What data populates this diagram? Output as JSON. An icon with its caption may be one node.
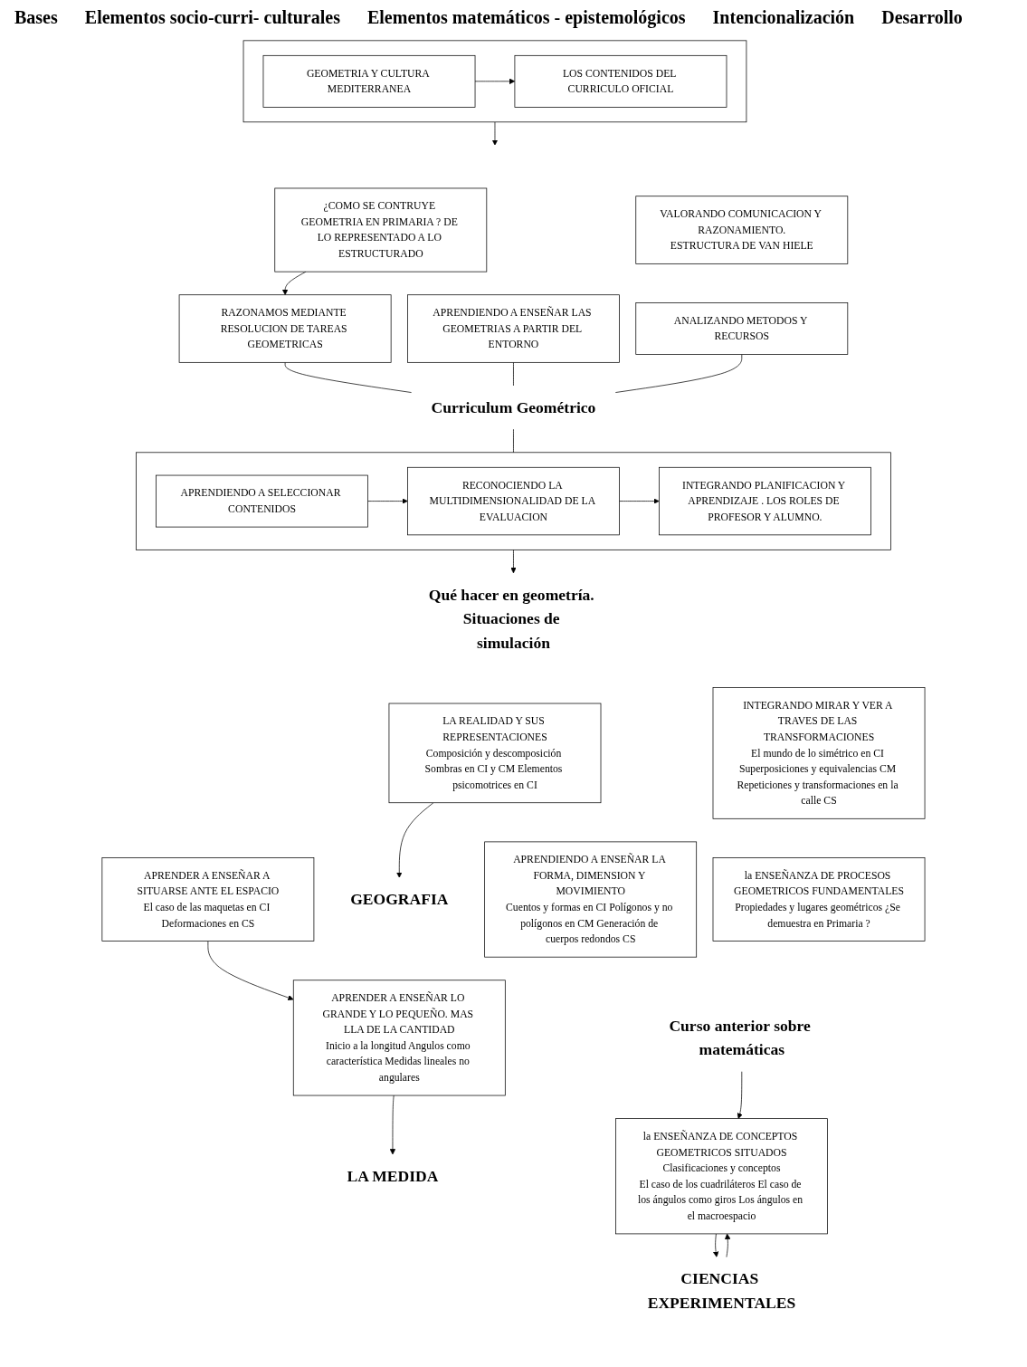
{
  "diagram": {
    "nodes": [
      {
        "text": [],
        "shape": "box"
      },
      {
        "text": [
          "GEOMETRIA Y CULTURA MEDITERRANEA"
        ],
        "in": 0
      },
      {
        "text": [
          "LOS CONTENIDOS DEL CURRICULO OFICIAL"
        ],
        "in": 0
      },
      {
        "text": [
          "¿COMO SE CONTRUYE GEOMETRIA EN PRIMARIA ? DE LO REPRESENTADO A LO ESTRUCTURADO"
        ]
      },
      {
        "text": [
          "VALORANDO COMUNICACION Y RAZONAMIENTO.",
          "ESTRUCTURA DE VAN HIELE"
        ]
      },
      {
        "text": [
          "APRENDIENDO A ENSEÑAR LAS GEOMETRIAS A PARTIR DEL ENTORNO"
        ]
      },
      {
        "text": [
          "RAZONAMOS MEDIANTE RESOLUCION DE TAREAS GEOMETRICAS"
        ]
      },
      {
        "text": [
          "ANALIZANDO METODOS Y RECURSOS"
        ]
      },
      {
        "text": [
          "Curriculum Geométrico"
        ]
      },
      {
        "text": [],
        "shape": "box"
      },
      {
        "text": [
          "APRENDIENDO A SELECCIONAR CONTENIDOS"
        ],
        "in": 9
      },
      {
        "text": [
          "RECONOCIENDO LA MULTIDIMENSIONALIDAD DE LA EVALUACION"
        ],
        "in": 9
      },
      {
        "text": [
          "INTEGRANDO PLANIFICACION Y APRENDIZAJE . LOS ROLES DE PROFESOR Y ALUMNO."
        ],
        "in": 9
      },
      {
        "text": [
          "Qué hacer en geometría. Situaciones de simulación"
        ]
      },
      {
        "text": [
          "APRENDER A ENSEÑAR A SITUARSE ANTE EL ESPACIO",
          "El caso de las maquetas en CI Deformaciones en CS"
        ]
      },
      {
        "text": [
          "LA REALIDAD Y SUS REPRESENTACIONES",
          "Composición y descomposición Sombras en CI y CM Elementos psicomotrices en CI"
        ]
      },
      {
        "text": [
          "GEOGRAFIA"
        ]
      },
      {
        "text": [
          "APRENDIENDO A ENSEÑAR LA FORMA, DIMENSION Y MOVIMIENTO",
          "Cuentos y formas en CI Polígonos y no polígonos en CM Generación de cuerpos redondos CS"
        ]
      },
      {
        "text": [
          "INTEGRANDO MIRAR Y VER A TRAVES DE LAS TRANSFORMACIONES",
          "El mundo de lo simétrico en CI Superposiciones y equivalencias CM Repeticiones y transformaciones en la calle CS"
        ]
      },
      {
        "text": [
          "APRENDER A ENSEÑAR LO GRANDE Y LO PEQUEÑO. MAS LLA DE LA CANTIDAD",
          "Inicio a la longitud Angulos como característica Medidas lineales no angulares"
        ]
      },
      {
        "text": [
          "LA MEDIDA"
        ]
      },
      {
        "text": [
          "Curso anterior sobre matemáticas"
        ]
      },
      {
        "text": [
          "la ENSEÑANZA DE CONCEPTOS GEOMETRICOS SITUADOS",
          "Clasificaciones y conceptos",
          "El caso de los cuadriláteros El caso de los ángulos como giros Los ángulos en el macroespacio"
        ]
      },
      {
        "text": [
          "la ENSEÑANZA DE PROCESOS GEOMETRICOS FUNDAMENTALES",
          "Propiedades y lugares geométricos ¿Se demuestra en Primaria ?"
        ]
      },
      {
        "text": [
          "CIENCIAS EXPERIMENTALES"
        ]
      }
    ],
    "edges": [
      {
        "from": 1,
        "to": 2,
        "arrow": "to"
      },
      {
        "from": 0,
        "to": null,
        "arrow": "to"
      },
      {
        "from": 3,
        "to": 6,
        "arrow": "to"
      },
      {
        "from": 5,
        "to": 8,
        "arrow": "none"
      },
      {
        "from": 6,
        "to": 8,
        "arrow": "none"
      },
      {
        "from": 7,
        "to": 8,
        "arrow": "none"
      },
      {
        "from": 8,
        "to": 9,
        "arrow": "none"
      },
      {
        "from": 10,
        "to": 11,
        "arrow": "to"
      },
      {
        "from": 11,
        "to": 12,
        "arrow": "to"
      },
      {
        "from": 9,
        "to": 13,
        "arrow": "to"
      },
      {
        "from": 15,
        "to": 16,
        "arrow": "to"
      },
      {
        "from": 14,
        "to": 19,
        "arrow": "to"
      },
      {
        "from": 19,
        "to": 20,
        "arrow": "to"
      },
      {
        "from": 21,
        "to": 22,
        "arrow": "to"
      },
      {
        "from": 22,
        "to": 24,
        "arrow": "to"
      },
      {
        "from": 24,
        "to": 22,
        "arrow": "to"
      }
    ],
    "labels": [
      "Bases",
      "Elementos socio-curri- culturales",
      "Elementos matemáticos - epistemológicos",
      "Intencionalización",
      "Desarrollo"
    ]
  }
}
